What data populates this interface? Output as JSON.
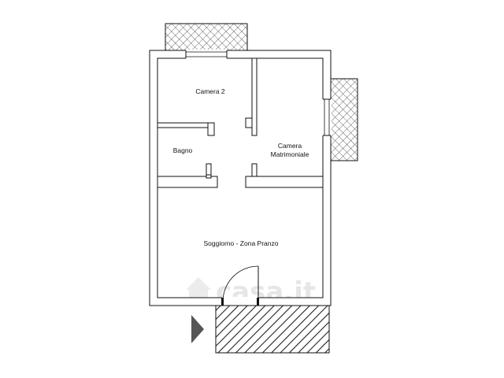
{
  "rooms": {
    "camera_2": "Camera 2",
    "bagno": "Bagno",
    "camera_matrimoniale_line1": "Camera",
    "camera_matrimoniale_line2": "Matrimoniale",
    "soggiorno": "Soggiorno - Zona Pranzo"
  },
  "watermark": "casa.it",
  "colors": {
    "wall": "#111111",
    "hatch": "#222222",
    "watermark": "#e6e6e6",
    "arrow": "#555555"
  },
  "icons": {
    "north_arrow": "triangle-pointer-icon",
    "watermark_logo": "house-icon"
  }
}
